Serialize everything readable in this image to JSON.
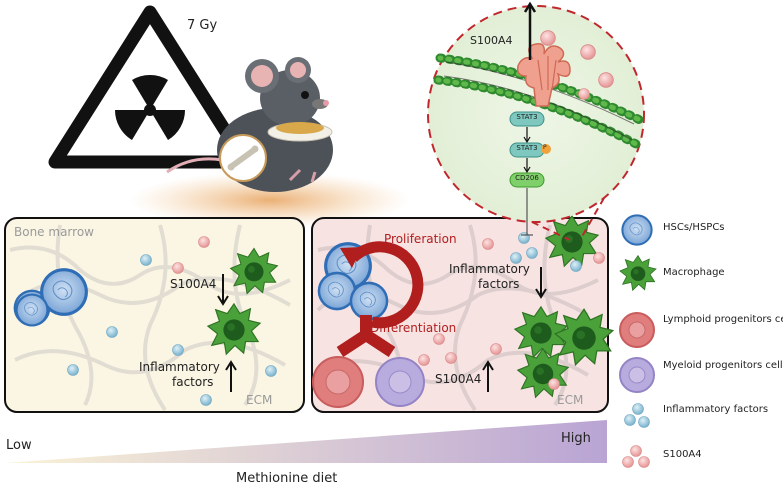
{
  "dose_label": "7 Gy",
  "left_panel": {
    "title": "Bone marrow",
    "s100a4_label": "S100A4",
    "inflammatory_label_line1": "Inflammatory",
    "inflammatory_label_line2": "factors",
    "ecm_label": "ECM"
  },
  "right_panel": {
    "proliferation_label": "Proliferation",
    "differentiation_label": "Differentiation",
    "inflammatory_label_line1": "Inflammatory",
    "inflammatory_label_line2": "factors",
    "s100a4_label": "S100A4",
    "ecm_label": "ECM"
  },
  "membrane_inset": {
    "s100a4_label": "S100A4",
    "pathway": [
      "STAT3",
      "STAT3",
      "CD206"
    ],
    "phospho_label": "P"
  },
  "legend": [
    {
      "label": "HSCs/HSPCs",
      "icon": "hsc-icon"
    },
    {
      "label": "Macrophage",
      "icon": "macrophage-icon"
    },
    {
      "label": "Lymphoid progenitors cell",
      "icon": "lymphoid-icon"
    },
    {
      "label": "Myeloid progenitors cell",
      "icon": "myeloid-icon"
    },
    {
      "label": "Inflammatory factors",
      "icon": "inflammatory-factor-icon"
    },
    {
      "label": "S100A4",
      "icon": "s100a4-icon"
    }
  ],
  "gradient": {
    "low_label": "Low",
    "high_label": "High",
    "axis_label": "Methionine diet"
  },
  "colors": {
    "panel_left_bg": "#fbf6e3",
    "panel_right_bg": "#f8e3e3",
    "red_accent": "#b01e1e",
    "macrophage_green": "#3e9b2e",
    "hsc_blue": "#4a86c8",
    "gradient_low": "#f6ecc4",
    "gradient_high": "#b9a4d4"
  }
}
